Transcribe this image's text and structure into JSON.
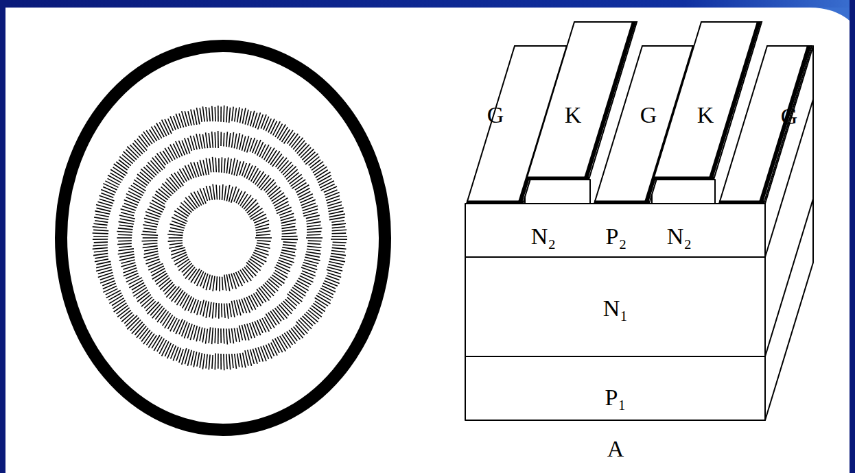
{
  "diagram": {
    "labels": [
      "G",
      "K",
      "G",
      "K",
      "G",
      "N₂",
      "P₂",
      "N₂",
      "N₁",
      "P₁",
      "A"
    ]
  }
}
